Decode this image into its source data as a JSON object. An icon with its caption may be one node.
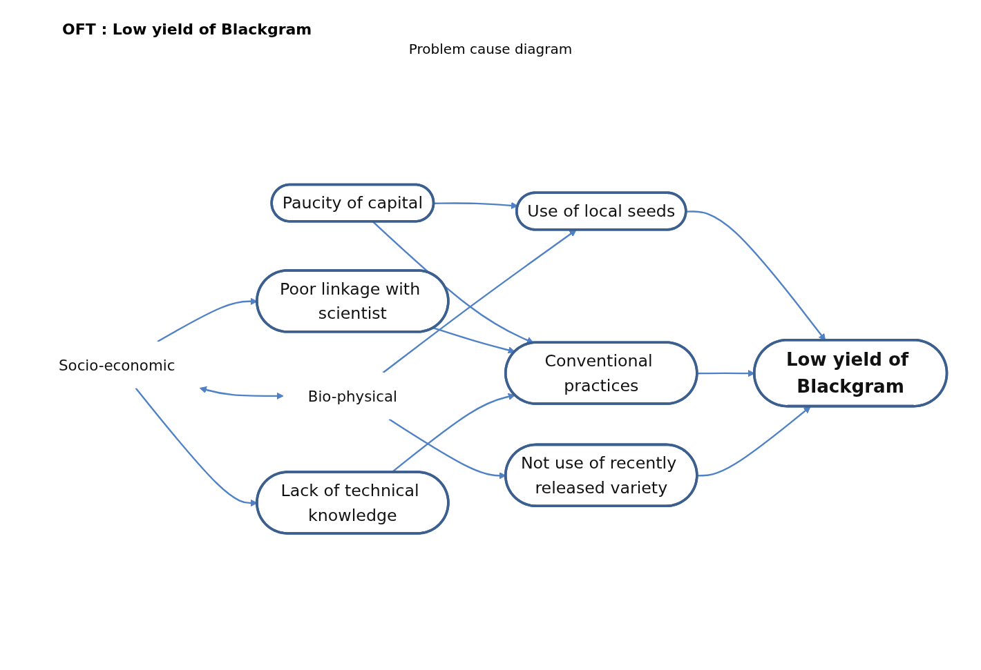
{
  "diagram": {
    "title": "OFT : Low yield of Blackgram",
    "nodes": [
      {
        "text": [
          "Paucity of capital"
        ]
      },
      {
        "text": [
          "Use of local seeds"
        ]
      },
      {
        "text": [
          "Poor linkage with scientist"
        ]
      },
      {
        "text": [
          "Conventional practices"
        ]
      },
      {
        "text": [
          "Low yield of Blackgram"
        ]
      },
      {
        "text": [
          "Lack of technical knowledge"
        ]
      },
      {
        "text": [
          "Not use of recently released variety"
        ]
      },
      {
        "text": [
          "Socio-economic"
        ]
      },
      {
        "text": [
          "Bio-physical"
        ]
      }
    ],
    "edges": [
      {
        "from": 0,
        "to": 1,
        "arrow": "to"
      },
      {
        "from": 0,
        "to": 3,
        "arrow": "to"
      },
      {
        "from": 1,
        "to": 4,
        "arrow": "to"
      },
      {
        "from": 2,
        "to": 3,
        "arrow": "to"
      },
      {
        "from": 5,
        "to": 3,
        "arrow": "to"
      },
      {
        "from": 3,
        "to": 4,
        "arrow": "to"
      },
      {
        "from": 6,
        "to": 4,
        "arrow": "to"
      },
      {
        "from": 7,
        "to": 2,
        "arrow": "to"
      },
      {
        "from": 7,
        "to": 5,
        "arrow": "to"
      },
      {
        "from": 8,
        "to": 1,
        "arrow": "to"
      },
      {
        "from": 8,
        "to": 6,
        "arrow": "to"
      },
      {
        "from": 7,
        "to": 8,
        "arrow": "both"
      }
    ],
    "labels": [
      "Problem cause diagram"
    ]
  }
}
